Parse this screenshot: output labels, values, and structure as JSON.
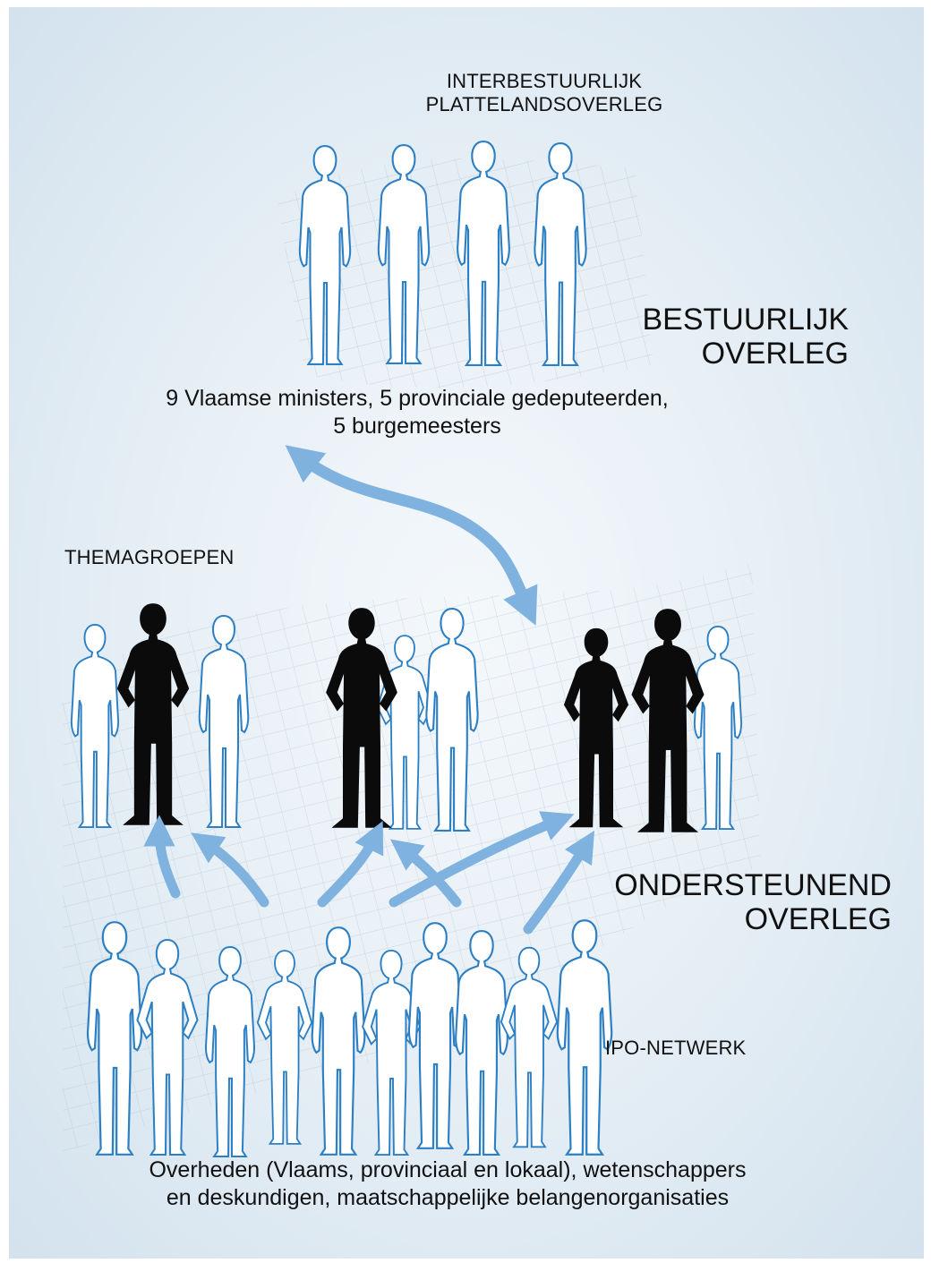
{
  "top": {
    "title_line1": "INTERBESTUURLIJK",
    "title_line2": "PLATTELANDSOVERLEG",
    "heading_line1": "BESTUURLIJK",
    "heading_line2": "OVERLEG",
    "members_line1": "9 Vlaamse ministers, 5 provinciale gedeputeerden,",
    "members_line2": "5 burgemeesters"
  },
  "middle": {
    "label": "THEMAGROEPEN"
  },
  "bottom": {
    "heading_line1": "ONDERSTEUNEND",
    "heading_line2": "OVERLEG",
    "network_label": "IPO-NETWERK",
    "members_line1": "Overheden (Vlaams, provinciaal en lokaal), wetenschappers",
    "members_line2": "en deskundigen, maatschappelijke belangenorganisaties"
  },
  "colors": {
    "arrow": "#7fb2de",
    "outline": "#2d7fc4",
    "silhouette_dark": "#0b0b0b",
    "grid": "#9fb6c8"
  }
}
